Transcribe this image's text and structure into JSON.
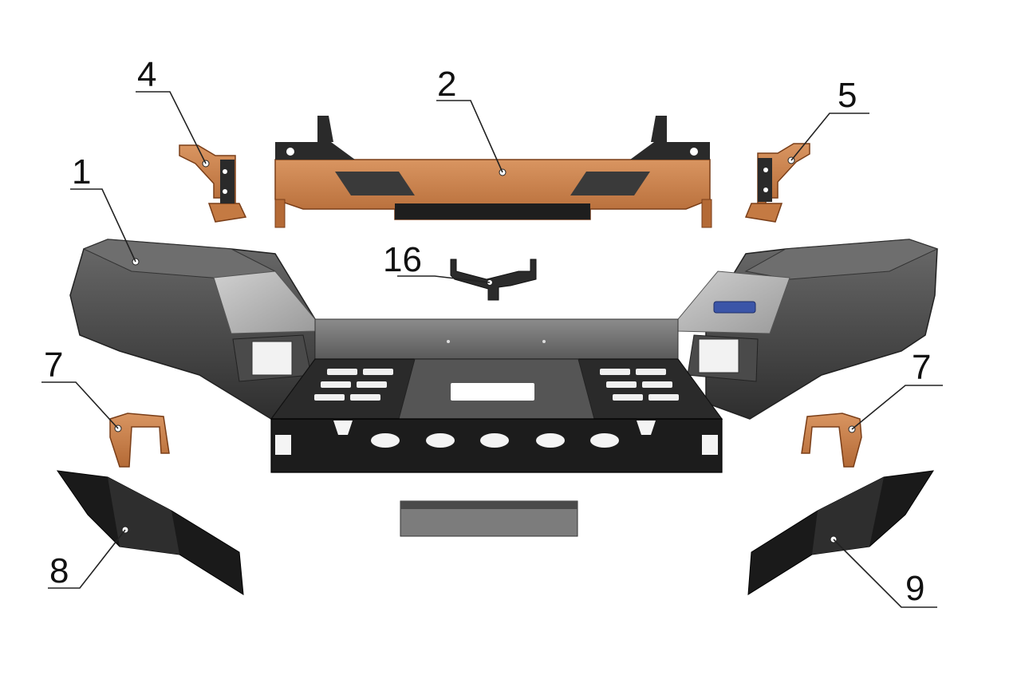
{
  "callouts": [
    {
      "id": "1",
      "label": "1"
    },
    {
      "id": "2",
      "label": "2"
    },
    {
      "id": "4",
      "label": "4"
    },
    {
      "id": "5",
      "label": "5"
    },
    {
      "id": "16",
      "label": "16"
    },
    {
      "id": "7-left",
      "label": "7"
    },
    {
      "id": "7-right",
      "label": "7"
    },
    {
      "id": "8",
      "label": "8"
    },
    {
      "id": "9",
      "label": "9"
    }
  ],
  "colors": {
    "bracket_orange": "#c8804a",
    "bracket_orange_dark": "#8a4a22",
    "bumper_dark": "#3c3c3c",
    "bumper_mid": "#5a5a5a",
    "bumper_light": "#8a8a8a",
    "bumper_silver": "#b4b4b4",
    "guard_black": "#1a1a1a",
    "badge_blue": "#3b55a8"
  }
}
